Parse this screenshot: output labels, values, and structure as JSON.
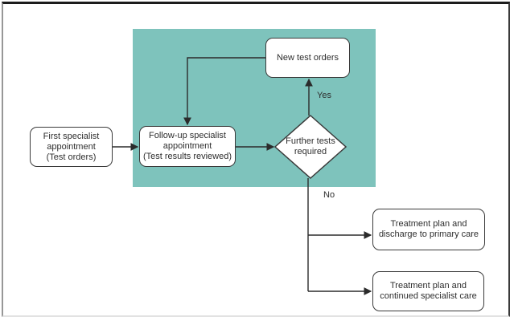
{
  "diagram": {
    "type": "flowchart",
    "nodes": {
      "first_specialist": {
        "label": "First specialist\nappointment\n(Test orders)",
        "shape": "rounded-rect"
      },
      "follow_up": {
        "label": "Follow-up specialist\nappointment\n(Test results reviewed)",
        "shape": "rounded-rect"
      },
      "new_test_orders": {
        "label": "New test orders",
        "shape": "rounded-rect"
      },
      "further_tests": {
        "label": "Further tests\nrequired",
        "shape": "diamond"
      },
      "treatment_discharge": {
        "label": "Treatment plan and\ndischarge to primary care",
        "shape": "rounded-rect"
      },
      "treatment_continued": {
        "label": "Treatment plan and\ncontinued specialist care",
        "shape": "rounded-rect"
      }
    },
    "edges": [
      {
        "from": "first_specialist",
        "to": "follow_up",
        "label": ""
      },
      {
        "from": "follow_up",
        "to": "further_tests",
        "label": ""
      },
      {
        "from": "further_tests",
        "to": "new_test_orders",
        "label": "Yes"
      },
      {
        "from": "new_test_orders",
        "to": "follow_up",
        "label": ""
      },
      {
        "from": "further_tests",
        "to": "treatment_discharge",
        "label": "No"
      },
      {
        "from": "further_tests",
        "to": "treatment_continued",
        "label": "No"
      }
    ],
    "edge_labels": {
      "yes": "Yes",
      "no": "No"
    },
    "colors": {
      "highlight_region": "#7EC3BC",
      "node_fill": "#FFFFFF",
      "node_border": "#3A3A3A",
      "connector": "#2B2B2B",
      "text": "#2E2E2E"
    }
  }
}
